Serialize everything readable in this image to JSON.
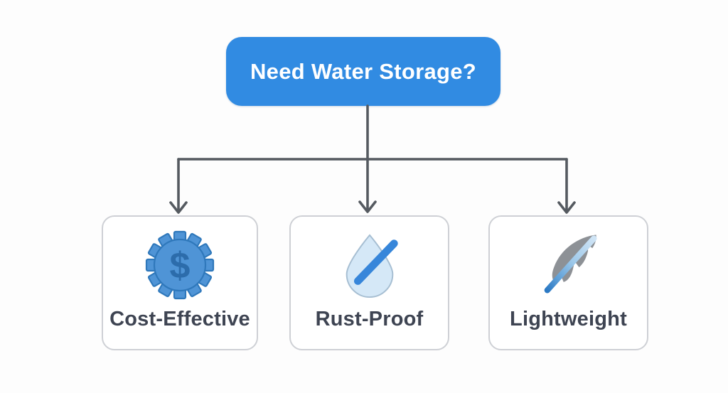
{
  "diagram": {
    "type": "flowchart",
    "root": {
      "label": "Need Water Storage?",
      "bg_color": "#318be2",
      "text_color": "#ffffff"
    },
    "connector_color": "#555a60",
    "nodes": [
      {
        "id": "cost-effective",
        "label": "Cost-Effective",
        "icon": "gear-dollar-icon"
      },
      {
        "id": "rust-proof",
        "label": "Rust-Proof",
        "icon": "water-drop-slash-icon"
      },
      {
        "id": "lightweight",
        "label": "Lightweight",
        "icon": "feather-icon"
      }
    ],
    "colors": {
      "card_border": "#ced0d5",
      "card_bg": "#ffffff",
      "label_text": "#3e4452",
      "gear_blue": "#4f94d6",
      "gear_outline": "#2f78bb",
      "dollar_blue": "#2c6cab",
      "drop_fill": "#d5e8f7",
      "drop_outline": "#a6bed2",
      "slash_blue": "#3786da",
      "feather_gray": "#8d9196",
      "quill_dark_blue": "#2b79c4",
      "quill_light_blue": "#cfe4f5"
    }
  }
}
